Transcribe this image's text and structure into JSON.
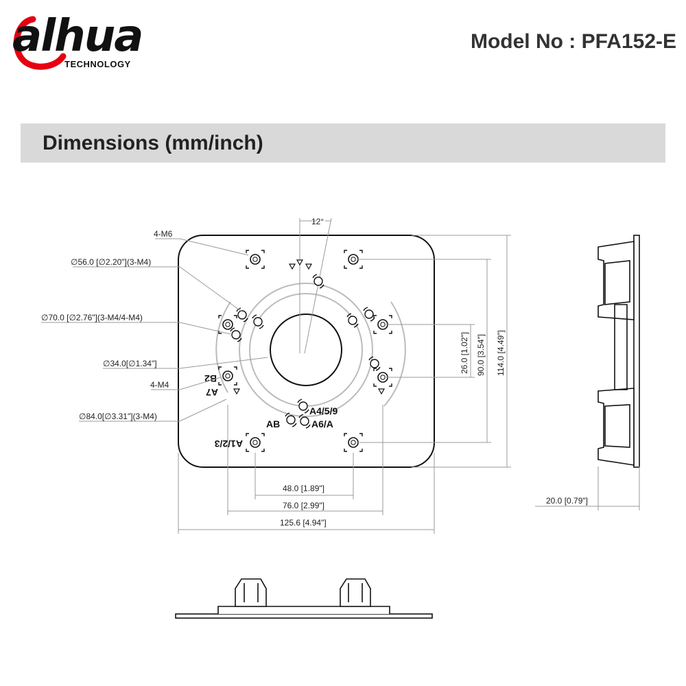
{
  "brand": {
    "wordmark": "alhua",
    "subtitle": "TECHNOLOGY",
    "accent": "#e60012"
  },
  "header": {
    "model": "Model No : PFA152-E"
  },
  "section": {
    "title": "Dimensions (mm/inch)"
  },
  "front_view": {
    "angle": "12°",
    "callouts": {
      "m6": "4-M6",
      "d56": "∅56.0 [∅2.20\"](3-M4)",
      "d70": "∅70.0 [∅2.76\"](3-M4/4-M4)",
      "d34": "∅34.0[∅1.34\"]",
      "m4": "4-M4",
      "d84": "∅84.0[∅3.31\"](3-M4)"
    },
    "hole_labels": {
      "b2": "B2",
      "a7": "A7",
      "a4": "A4/5/9",
      "ab": "AB",
      "a6": "A6/A",
      "a1": "A1/2/3"
    },
    "dims": {
      "d26": "26.0 [1.02\"]",
      "d90": "90.0 [3.54\"]",
      "d114": "114.0 [4.49\"]",
      "d48": "48.0 [1.89\"]",
      "d76": "76.0 [2.99\"]",
      "d125": "125.6 [4.94\"]"
    }
  },
  "side_view": {
    "thickness": "20.0 [0.79\"]"
  }
}
